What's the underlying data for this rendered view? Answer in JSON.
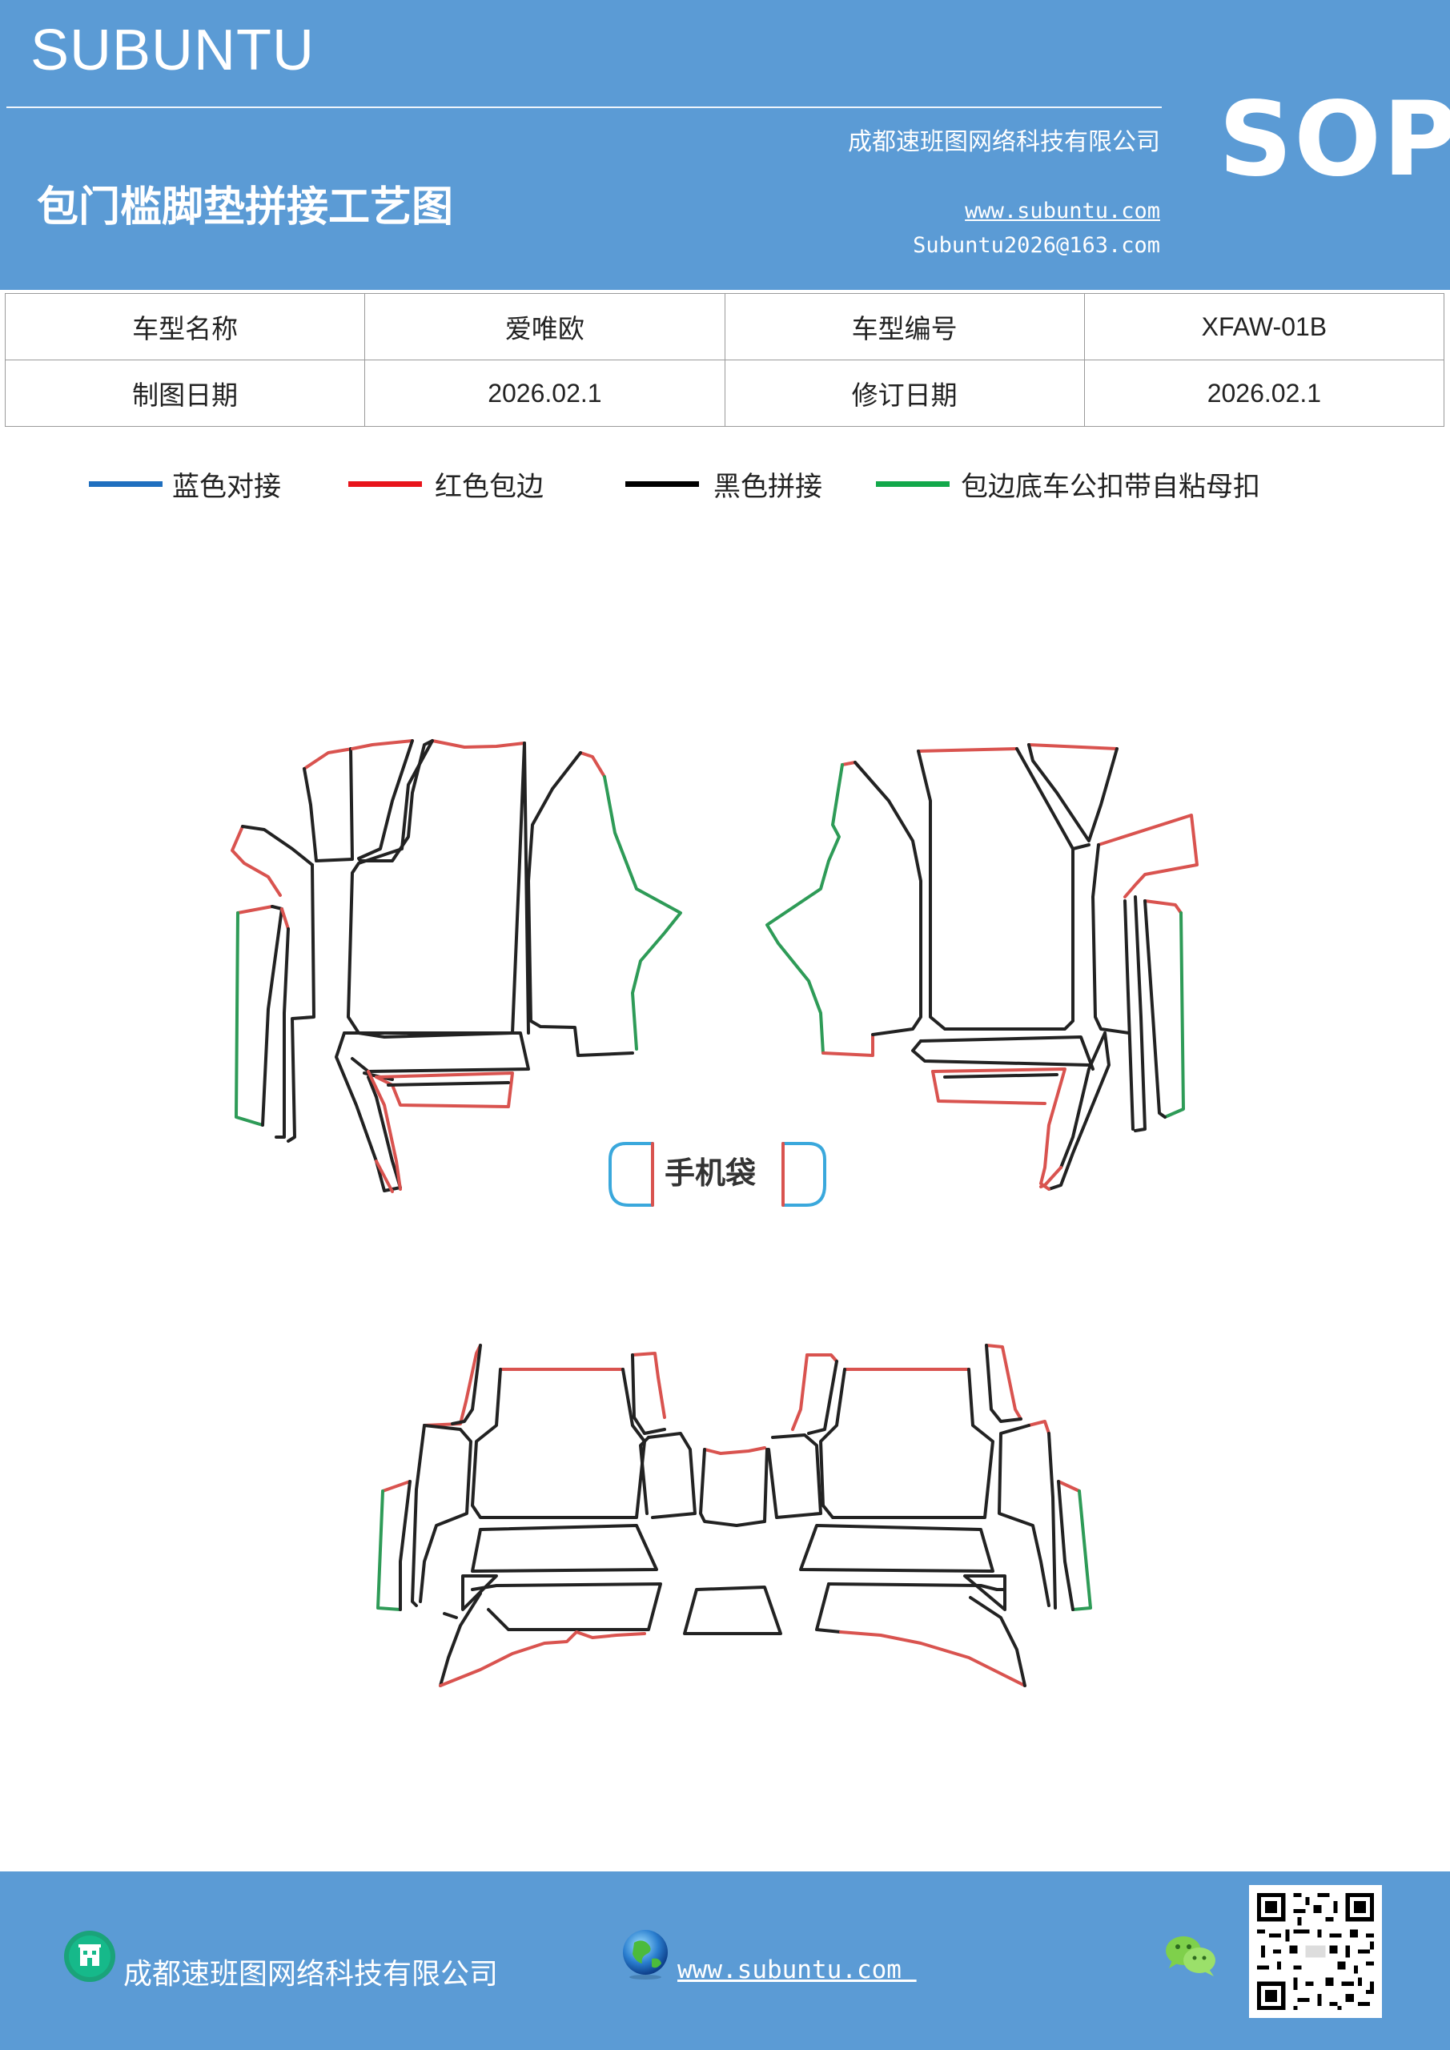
{
  "header": {
    "brand": "SUBUNTU",
    "sop": "SOP",
    "company": "成都速班图网络科技有限公司",
    "title": "包门槛脚垫拼接工艺图",
    "website": "www.subuntu.com",
    "email": "Subuntu2026@163.com"
  },
  "info_table": {
    "rows": [
      [
        "车型名称",
        "爱唯欧",
        "车型编号",
        "XFAW-01B"
      ],
      [
        "制图日期",
        "2026.02.1",
        "修订日期",
        "2026.02.1"
      ]
    ]
  },
  "legend": [
    {
      "label": "蓝色对接",
      "color": "#1f6fbf"
    },
    {
      "label": "红色包边",
      "color": "#e8141b"
    },
    {
      "label": "黑色拼接",
      "color": "#000000"
    },
    {
      "label": "包边底车公扣带自粘母扣",
      "color": "#12a84a"
    }
  ],
  "drawing": {
    "pocket_label": "手机袋",
    "colors": {
      "edge": "#d9534f",
      "seam": "#222222",
      "velcro": "#2e9b57",
      "butt": "#3aa8dc"
    }
  },
  "footer": {
    "company": "成都速班图网络科技有限公司",
    "website": "www.subuntu.com ",
    "icons": [
      "building-icon",
      "globe-icon",
      "wechat-icon",
      "qr-code"
    ]
  }
}
